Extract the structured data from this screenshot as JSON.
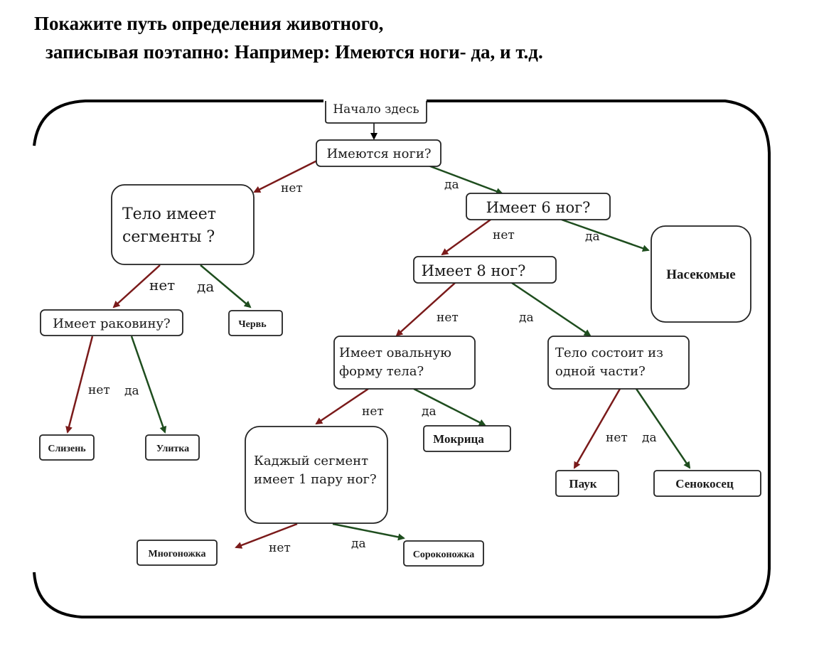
{
  "heading": {
    "line1": "Покажите путь определения животного,",
    "line2": "записывая поэтапно: Например: Имеются ноги- да, и т.д."
  },
  "colors": {
    "no_arrow": "#7a1a1a",
    "yes_arrow": "#1e4d1e",
    "box_border": "#222222"
  },
  "nodes": {
    "start": "Начало здесь",
    "has_legs": "Имеются ноги?",
    "has_segments": [
      "Тело имеет",
      "сегменты ?"
    ],
    "six_legs": "Имеет 6 ног?",
    "eight_legs": "Имеет 8 ног?",
    "insects": "Насекомые",
    "has_shell": "Имеет раковину?",
    "worm": "Червь",
    "oval_body": [
      "Имеет овальную",
      "форму тела?"
    ],
    "one_part": [
      "Тело состоит из",
      "одной части?"
    ],
    "slug": "Слизень",
    "snail": "Улитка",
    "woodlouse": "Мокрица",
    "segment_pair": [
      "Каджый сегмент",
      "имеет 1 пару ног?"
    ],
    "spider": "Паук",
    "harvestman": "Сенокосец",
    "millipede": "Многоножка",
    "centipede": "Сороконожка"
  },
  "labels": {
    "no": "нет",
    "yes": "да"
  }
}
